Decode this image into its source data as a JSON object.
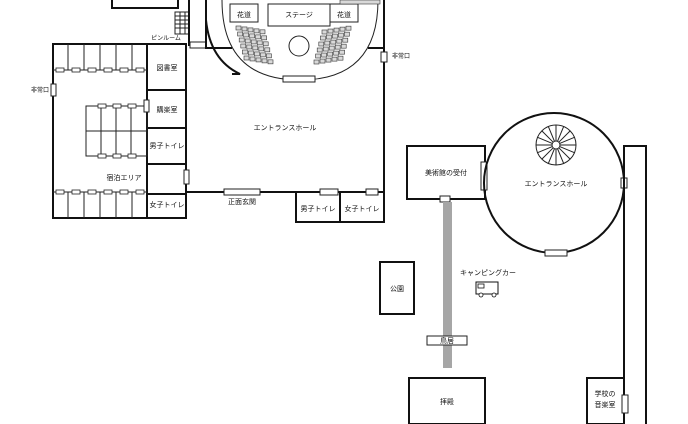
{
  "labels": {
    "stage": "ステージ",
    "hanamichi_left": "花道",
    "hanamichi_right": "花道",
    "pinroom": "ピンルーム",
    "emergency_exit_left": "非常口",
    "emergency_exit_right": "非常口",
    "library": "図書室",
    "music_room": "購楽室",
    "mens_toilet_left": "男子トイレ",
    "lodging_area": "宿泊エリア",
    "womens_toilet_left": "女子トイレ",
    "entrance_hall_main": "エントランスホール",
    "main_entrance": "正面玄関",
    "mens_toilet_bottom": "男子トイレ",
    "womens_toilet_bottom": "女子トイレ",
    "museum_reception": "美術館の受付",
    "entrance_hall_round": "エントランスホール",
    "camping_car": "キャンピングカー",
    "park": "公園",
    "torii": "鳥居",
    "haiden": "拝殿",
    "school_music_room_1": "学校の",
    "school_music_room_2": "音楽室"
  },
  "icons": {
    "spiral_staircase": "spiral-staircase-icon",
    "camping_car": "camping-car-icon",
    "stairs": "stairs-icon"
  }
}
